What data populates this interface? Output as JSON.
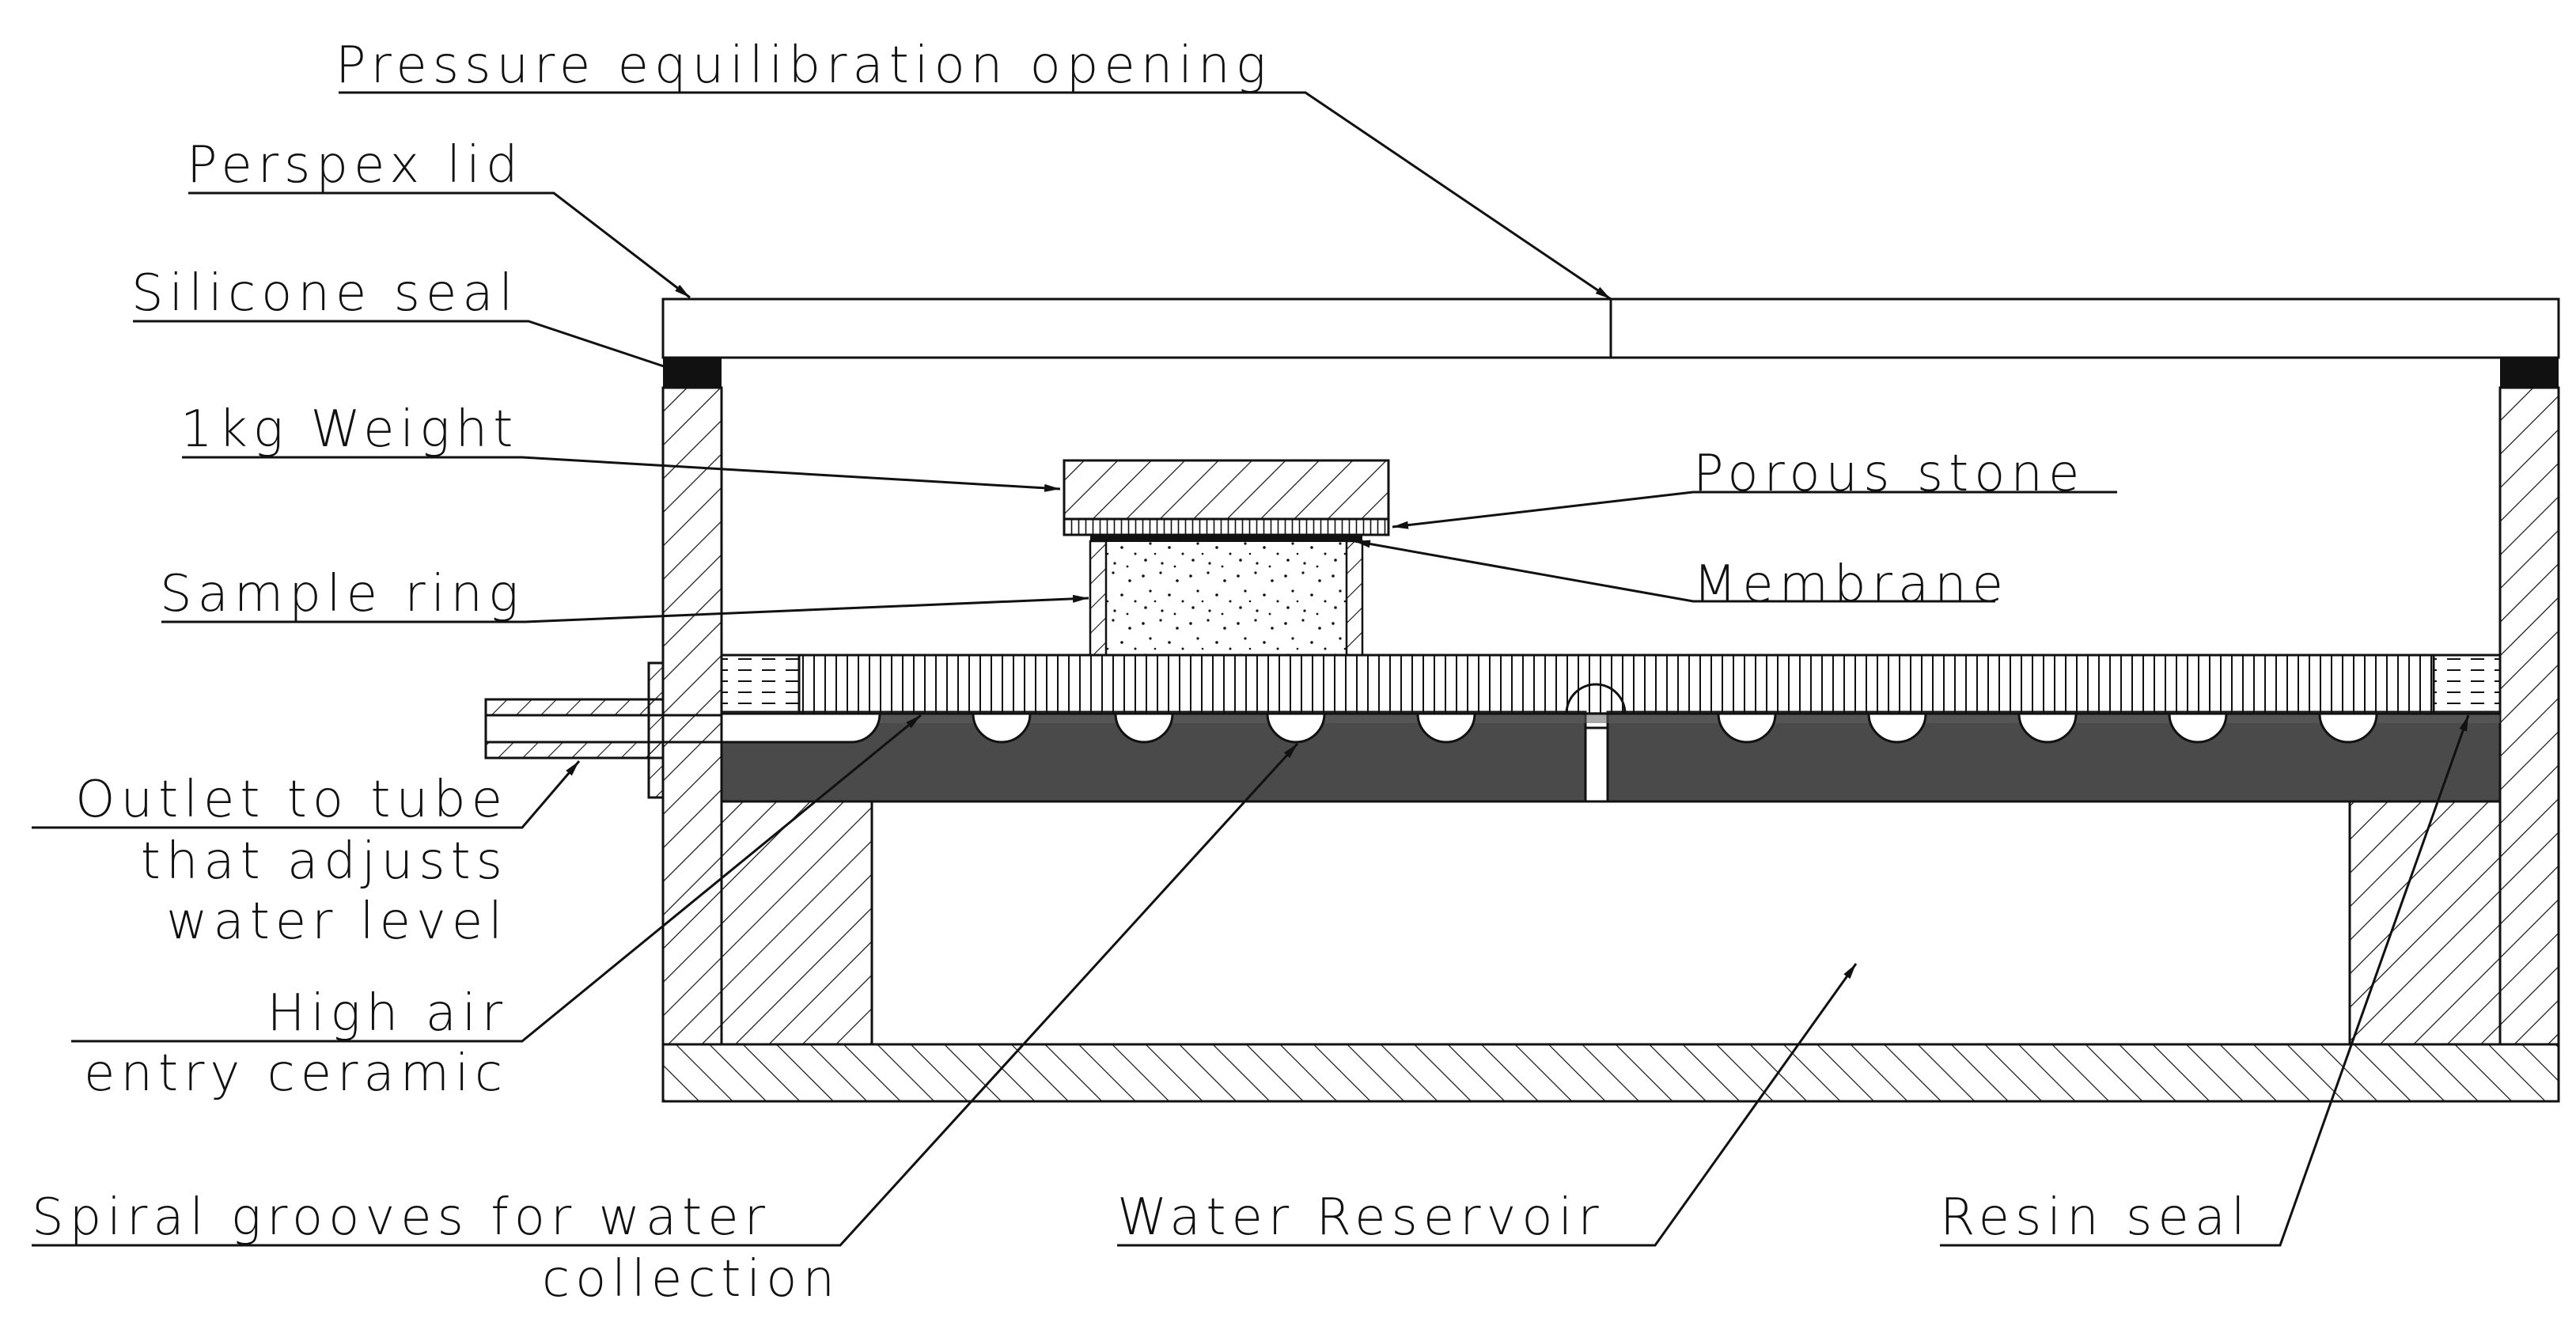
{
  "diagram": {
    "labels": {
      "pressure_opening": "Pressure equilibration opening",
      "perspex_lid": "Perspex lid",
      "silicone_seal": "Silicone seal",
      "weight": "1kg Weight",
      "sample_ring": "Sample ring",
      "outlet_line1": "Outlet to tube",
      "outlet_line2": "that adjusts",
      "outlet_line3": "water level",
      "ceramic_line1": "High air",
      "ceramic_line2": "entry ceramic",
      "spiral_line1": "Spiral grooves for water",
      "spiral_line2": "collection",
      "water_reservoir": "Water Reservoir",
      "resin_seal": "Resin seal",
      "porous_stone": "Porous stone",
      "membrane": "Membrane"
    },
    "colors": {
      "line": "#111111",
      "seal_fill": "#111111",
      "reservoir_base": "#4a4a4a",
      "background": "#ffffff"
    }
  }
}
